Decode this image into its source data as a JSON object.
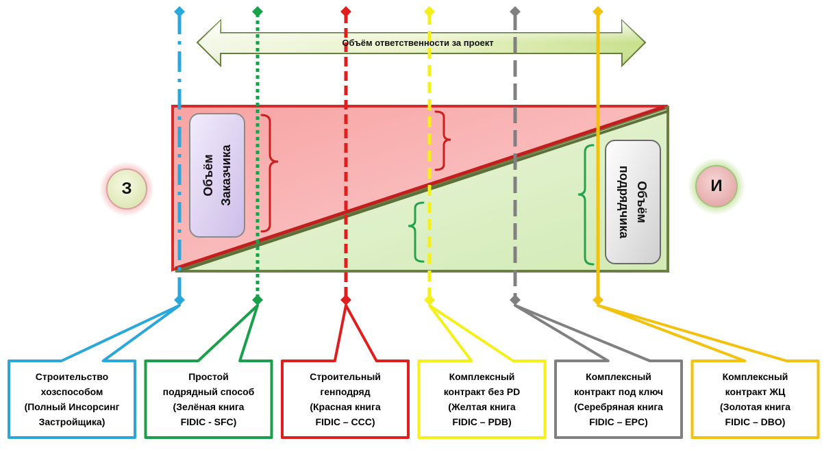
{
  "arrow": {
    "label": "Объём ответственности за проект"
  },
  "customer": {
    "circle_letter": "З",
    "volume_lines": [
      "Объём",
      "Заказчика"
    ]
  },
  "contractor": {
    "circle_letter": "И",
    "volume_lines": [
      "Объём",
      "подрядчика"
    ]
  },
  "methods": [
    {
      "color": "#2aa8dc",
      "lines": [
        "Строительство",
        "хозспособом",
        "(Полный Инсорсинг",
        "Застройщика)"
      ]
    },
    {
      "color": "#1aa04a",
      "lines": [
        "Простой",
        "подрядный способ",
        "(Зелёная книга",
        "FIDIC - SFC)"
      ]
    },
    {
      "color": "#e01e1e",
      "lines": [
        "Строительный",
        "генподряд",
        "(Красная книга",
        "FIDIC – CCC)"
      ]
    },
    {
      "color": "#f5ef1a",
      "lines": [
        "Комплексный",
        "контракт без PD",
        "(Желтая книга",
        "FIDIC – PDB)"
      ]
    },
    {
      "color": "#808080",
      "lines": [
        "Комплексный",
        "контракт под ключ",
        "(Серебряная книга",
        "FIDIC – EPC)"
      ]
    },
    {
      "color": "#f2c20f",
      "lines": [
        "Комплексный",
        "контракт ЖЦ",
        "(Золотая книга",
        "FIDIC – DBO)"
      ]
    }
  ],
  "colors": {
    "customer_fill": "#f7b8b8",
    "customer_border": "#d42a2a",
    "contractor_fill": "#dcefc4",
    "contractor_border": "#6a7f45"
  }
}
